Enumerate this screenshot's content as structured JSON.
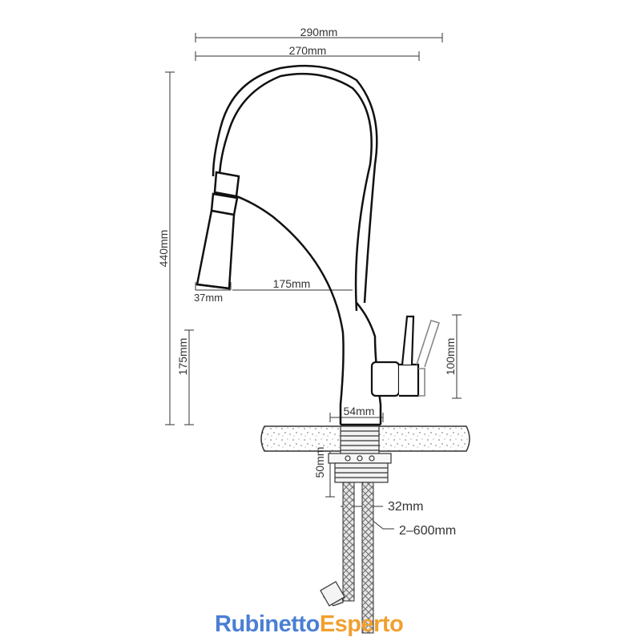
{
  "dimensions": {
    "total_width": "290mm",
    "reach_width": "270mm",
    "total_height": "440mm",
    "spray_head": "37mm",
    "spout_reach": "175mm",
    "spout_height": "175mm",
    "handle": "100mm",
    "base": "54mm",
    "thread_length": "50mm",
    "hose_diameter": "32mm",
    "hose_length": "2–600mm"
  },
  "brand": {
    "part1": "Rubinetto",
    "part2": "Esperto",
    "color1": "#4a7fd4",
    "color2": "#f0a030"
  }
}
